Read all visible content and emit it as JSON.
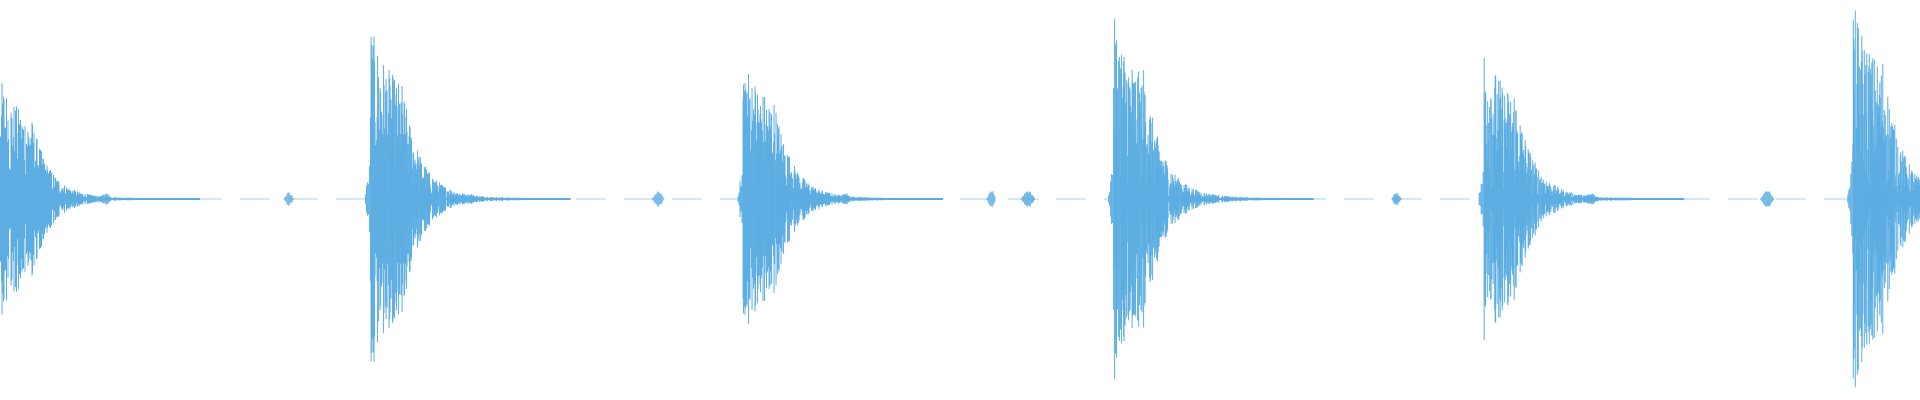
{
  "waveform": {
    "color": "#5DADE2",
    "background": "#FFFFFF",
    "transients": [
      {
        "position": 0.0,
        "peak": 0.62
      },
      {
        "position": 0.193,
        "peak": 0.88
      },
      {
        "position": 0.387,
        "peak": 0.74
      },
      {
        "position": 0.58,
        "peak": 0.93
      },
      {
        "position": 0.773,
        "peak": 0.79
      },
      {
        "position": 0.965,
        "peak": 1.0
      }
    ],
    "noise_bursts": [
      {
        "position": 0.052,
        "level": 0.025
      },
      {
        "position": 0.148,
        "level": 0.03
      },
      {
        "position": 0.243,
        "level": 0.022
      },
      {
        "position": 0.34,
        "level": 0.035
      },
      {
        "position": 0.437,
        "level": 0.028
      },
      {
        "position": 0.514,
        "level": 0.045
      },
      {
        "position": 0.532,
        "level": 0.04
      },
      {
        "position": 0.63,
        "level": 0.022
      },
      {
        "position": 0.725,
        "level": 0.03
      },
      {
        "position": 0.825,
        "level": 0.028
      },
      {
        "position": 0.917,
        "level": 0.04
      }
    ]
  }
}
